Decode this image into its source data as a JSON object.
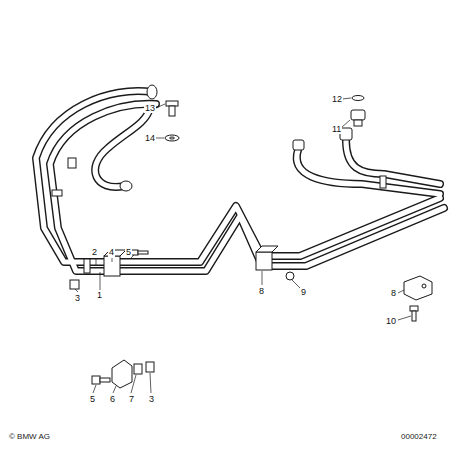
{
  "diagram": {
    "labels": [
      "13",
      "14",
      "12",
      "11",
      "2",
      "4",
      "5",
      "8",
      "1",
      "3",
      "8",
      "9",
      "10",
      "5",
      "6",
      "7",
      "3",
      "© BMW AG",
      "00002472"
    ]
  }
}
